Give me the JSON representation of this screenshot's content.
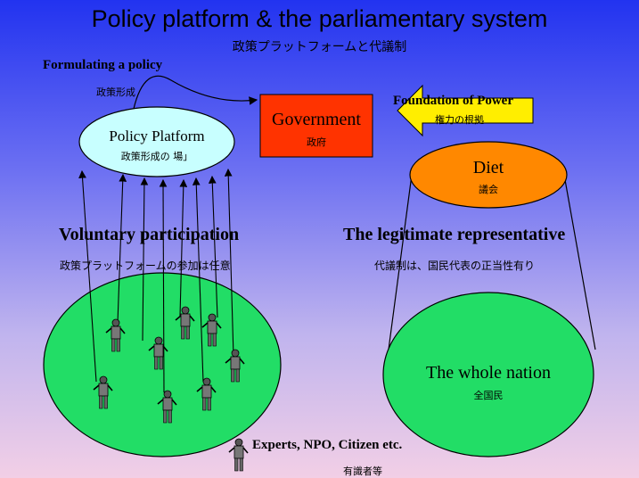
{
  "title": "Policy platform & the parliamentary system",
  "subtitle": "政策プラットフォームと代議制",
  "formulating": {
    "en": "Formulating a policy",
    "jp": "政策形成"
  },
  "policy_platform": {
    "en": "Policy Platform",
    "jp": "政策形成の 場」"
  },
  "government": {
    "en": "Government",
    "jp": "政府"
  },
  "foundation": {
    "en": "Foundation of Power",
    "jp": "権力の根拠"
  },
  "diet": {
    "en": "Diet",
    "jp": "議会"
  },
  "voluntary": {
    "en": "Voluntary participation",
    "jp": "政策プラットフォームの参加は任意"
  },
  "legitimate": {
    "en": "The  legitimate representative",
    "jp": "代議制は、国民代表の正当性有り"
  },
  "nation": {
    "en": "The whole nation",
    "jp": "全国民"
  },
  "experts": {
    "en": "Experts, NPO,  Citizen etc.",
    "jp": "有識者等"
  },
  "colors": {
    "platform_fill": "#c8ffff",
    "government_fill": "#ff3300",
    "diet_fill": "#ff8800",
    "nation_fill": "#22dd66",
    "arrow_fill": "#ffee00"
  }
}
